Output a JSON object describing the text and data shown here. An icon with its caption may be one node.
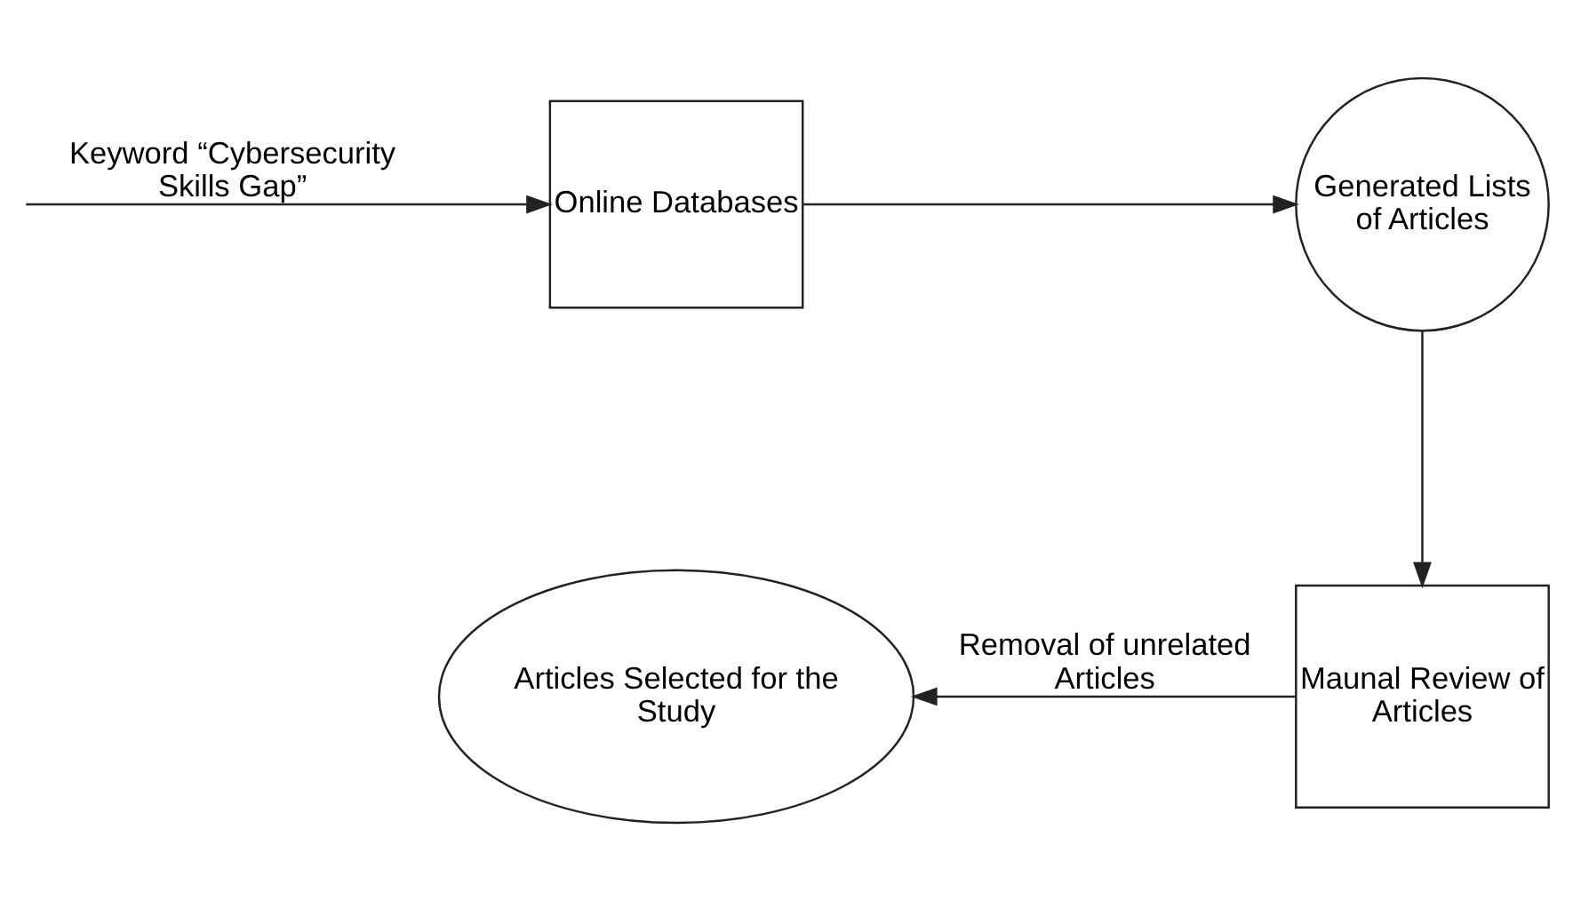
{
  "diagram": {
    "nodes": [
      {
        "text": [
          "Online Databases"
        ]
      },
      {
        "text": [
          "Generated Lists of Articles"
        ]
      },
      {
        "text": [
          "Maunal Review of Articles"
        ]
      },
      {
        "text": [
          "Articles Selected for the Study"
        ]
      }
    ],
    "edges": [
      {
        "from": null,
        "to": 0,
        "arrow": "to",
        "label": "Keyword “Cybersecurity Skills Gap”"
      },
      {
        "from": 0,
        "to": 1,
        "arrow": "to"
      },
      {
        "from": 1,
        "to": 2,
        "arrow": "to"
      },
      {
        "from": 2,
        "to": 3,
        "arrow": "to",
        "label": "Removal of unrelated Articles"
      }
    ]
  }
}
